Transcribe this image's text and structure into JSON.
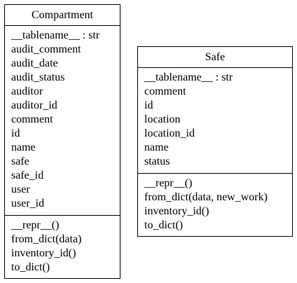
{
  "classes": {
    "compartment": {
      "name": "Compartment",
      "attributes": [
        "__tablename__ : str",
        "audit_comment",
        "audit_date",
        "audit_status",
        "auditor",
        "auditor_id",
        "comment",
        "id",
        "name",
        "safe",
        "safe_id",
        "user",
        "user_id"
      ],
      "methods": [
        "__repr__()",
        "from_dict(data)",
        "inventory_id()",
        "to_dict()"
      ]
    },
    "safe": {
      "name": "Safe",
      "attributes": [
        "__tablename__ : str",
        "comment",
        "id",
        "location",
        "location_id",
        "name",
        "status"
      ],
      "methods": [
        "__repr__()",
        "from_dict(data, new_work)",
        "inventory_id()",
        "to_dict()"
      ]
    }
  }
}
